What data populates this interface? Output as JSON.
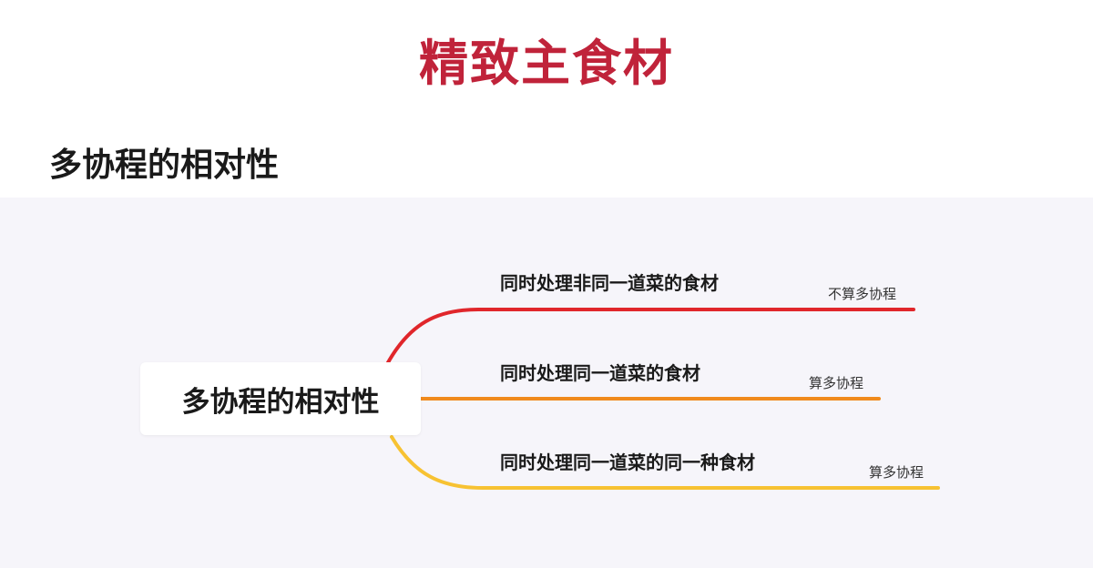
{
  "banner": {
    "title": "精致主食材",
    "color": "#c0233a"
  },
  "section": {
    "heading": "多协程的相对性"
  },
  "panel": {
    "background": "#f6f5fa"
  },
  "mindmap": {
    "root": "多协程的相对性",
    "branches": [
      {
        "label": "同时处理非同一道菜的食材",
        "note": "不算多协程",
        "color": "#e0262b"
      },
      {
        "label": "同时处理同一道菜的食材",
        "note": "算多协程",
        "color": "#f08a1c"
      },
      {
        "label": "同时处理同一道菜的同一种食材",
        "note": "算多协程",
        "color": "#f7c232"
      }
    ]
  }
}
